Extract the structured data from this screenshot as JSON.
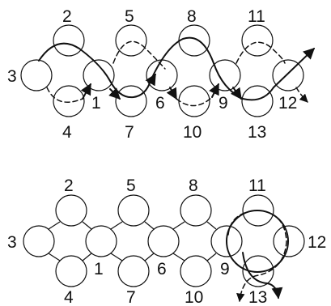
{
  "figures": [
    {
      "id": "top",
      "bead_labels": [
        "2",
        "3",
        "4",
        "1",
        "5",
        "7",
        "6",
        "8",
        "10",
        "9",
        "11",
        "13",
        "12"
      ]
    },
    {
      "id": "bottom",
      "bead_labels": [
        "2",
        "3",
        "4",
        "1",
        "5",
        "7",
        "6",
        "8",
        "10",
        "9",
        "11",
        "13",
        "12"
      ]
    }
  ]
}
